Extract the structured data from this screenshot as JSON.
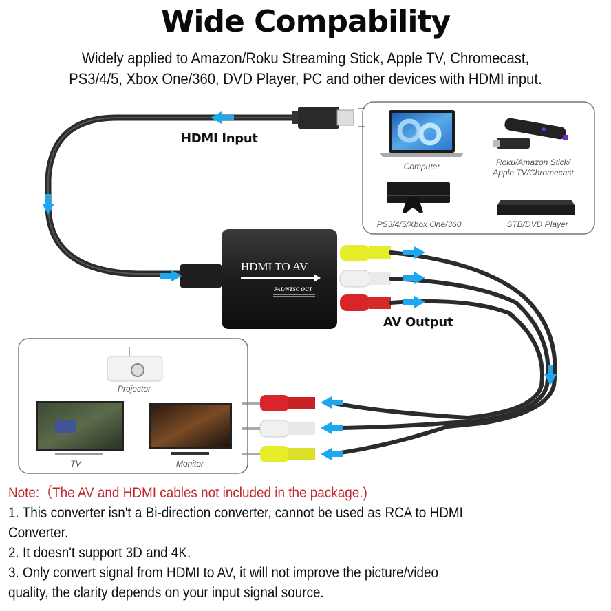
{
  "header": {
    "title": "Wide Compability",
    "subtitle_line1": "Widely applied to Amazon/Roku Streaming Stick, Apple TV, Chromecast,",
    "subtitle_line2": "PS3/4/5, Xbox One/360, DVD Player, PC and other devices with HDMI input."
  },
  "source_devices": {
    "items": [
      {
        "label": "Computer",
        "icon": "laptop-icon"
      },
      {
        "label_line1": "Roku/Amazon Stick/",
        "label_line2": "Apple TV/Chromecast",
        "icon": "streaming-stick-icon"
      },
      {
        "label": "PS3/4/5/Xbox One/360",
        "icon": "game-console-icon"
      },
      {
        "label": "STB/DVD Player",
        "icon": "set-top-box-icon"
      }
    ]
  },
  "output_devices": {
    "items": [
      {
        "label": "Projector",
        "icon": "projector-icon"
      },
      {
        "label": "TV",
        "icon": "tv-icon"
      },
      {
        "label": "Monitor",
        "icon": "monitor-icon"
      }
    ]
  },
  "converter": {
    "name": "HDMI TO AV",
    "sub": "PAL/NTSC OUT"
  },
  "callouts": {
    "hdmi_input": "HDMI Input",
    "av_output": "AV Output"
  },
  "colors": {
    "arrow": "#1ea7ef",
    "cable": "#2b2b2b",
    "rca_yellow": "#e6ee2a",
    "rca_white": "#f0f0f0",
    "rca_red": "#d9242a",
    "note_red": "#c0282d"
  },
  "notes": {
    "heading": "Note:（The AV and HDMI cables not included in the package.)",
    "lines": [
      "1. This converter isn't a Bi-direction converter, cannot be used as RCA to HDMI",
      "Converter.",
      "2. It doesn't support 3D and 4K.",
      "3. Only convert signal from HDMI to AV, it will not improve the picture/video",
      "quality, the clarity depends on your input signal source."
    ]
  }
}
